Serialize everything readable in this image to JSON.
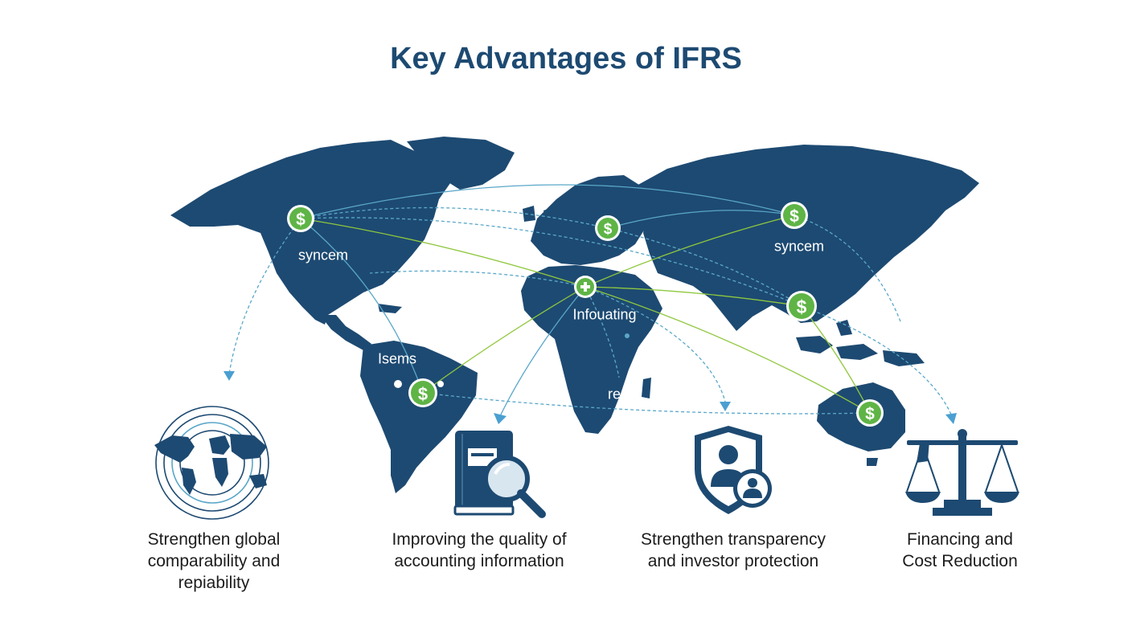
{
  "title": "Key Advantages of IFRS",
  "colors": {
    "navy": "#1d4a72",
    "green": "#5fb446",
    "line_blue": "#5aa7c9",
    "line_green": "#8fc73e",
    "arrow_blue": "#4a9fd1"
  },
  "map": {
    "labels": [
      "syncem",
      "syncem",
      "Infouating",
      "Isems",
      "rear"
    ]
  },
  "icons": [
    "globe-rings-icon",
    "book-magnifier-icon",
    "shield-person-icon",
    "balance-scale-icon"
  ],
  "advantages": [
    {
      "lines": [
        "Strengthen global",
        "comparability and",
        "repiability"
      ]
    },
    {
      "lines": [
        "Improving the quality of",
        "accounting information"
      ]
    },
    {
      "lines": [
        "Strengthen transparency",
        "and investor protection"
      ]
    },
    {
      "lines": [
        "Financing and",
        "Cost Reduction"
      ]
    }
  ]
}
